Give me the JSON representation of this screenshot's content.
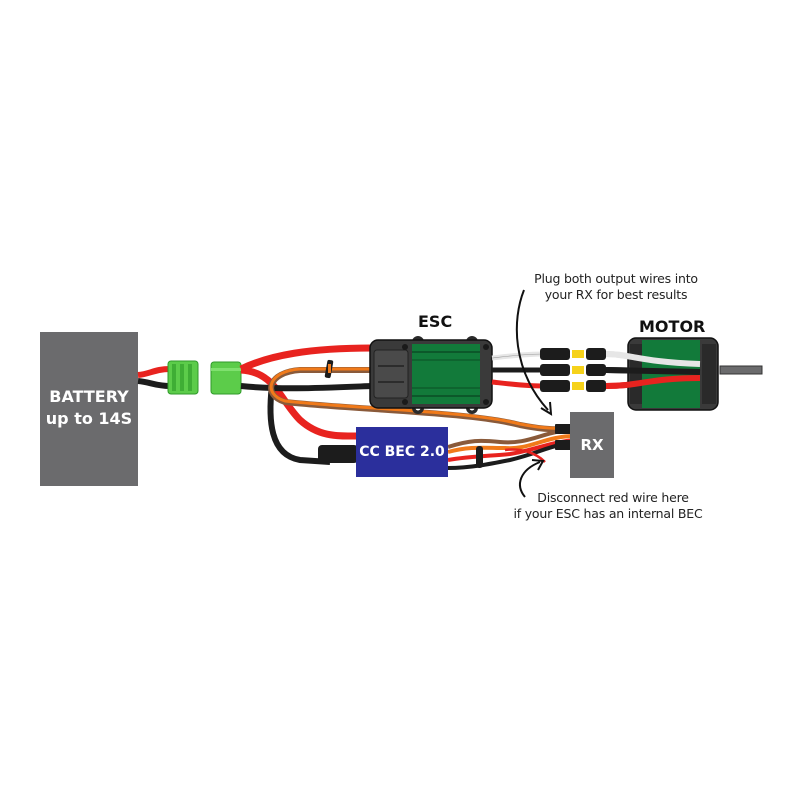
{
  "diagram": {
    "title": "CC BEC 2.0 wiring diagram",
    "components": {
      "battery": {
        "line1": "BATTERY",
        "line2": "up to 14S"
      },
      "esc": {
        "label": "ESC"
      },
      "motor": {
        "label": "MOTOR"
      },
      "bec": {
        "label": "CC BEC 2.0"
      },
      "rx": {
        "label": "RX"
      }
    },
    "notes": {
      "top": {
        "line1": "Plug both output wires into",
        "line2": "your RX for best results"
      },
      "bottom": {
        "line1": "Disconnect red wire here",
        "line2": "if your ESC has an internal BEC"
      }
    },
    "colors": {
      "box_gray": "#6b6b6d",
      "bec_blue": "#2b2f9c",
      "heatsink_green": "#127a3a",
      "connector_green": "#5ccc4a",
      "wire_red": "#e8231f",
      "wire_black": "#1c1c1c",
      "wire_orange": "#f07a1a",
      "wire_white": "#e6e6e6",
      "bullet_yellow": "#f6d21a"
    }
  }
}
